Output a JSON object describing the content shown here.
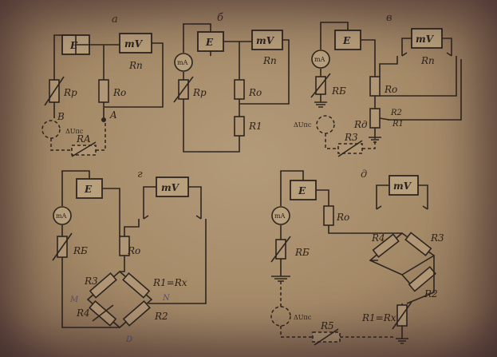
{
  "diagram_a": {
    "title": "а",
    "E": "E",
    "mV": "mV",
    "Rn": "Rп",
    "Rp": "Rр",
    "R0": "Rо",
    "B": "B",
    "A": "A",
    "dU": "ΔUпс",
    "RA": "RA"
  },
  "diagram_b": {
    "title": "б",
    "E": "E",
    "mV": "mV",
    "Rn": "Rп",
    "mA": "mA",
    "Rp": "Rр",
    "R0": "Rо",
    "R1": "R1"
  },
  "diagram_v": {
    "title": "в",
    "E": "E",
    "mV": "mV",
    "Rn": "Rп",
    "mA": "mA",
    "Rb": "RБ",
    "R0": "Rо",
    "R2": "R2",
    "R1": "R1",
    "Rd": "Rд",
    "dU": "ΔUпс",
    "R3": "R3"
  },
  "diagram_g": {
    "title": "г",
    "E": "E",
    "mV": "mV",
    "mA": "mA",
    "Rb": "RБ",
    "R0": "Rо",
    "R3": "R3",
    "R1Rx": "R1=Rх",
    "R4": "R4",
    "R2": "R2",
    "M": "M",
    "N": "N",
    "D": "D"
  },
  "diagram_d": {
    "title": "д",
    "E": "E",
    "mV": "mV",
    "mA": "mA",
    "R0": "Rо",
    "Rb": "RБ",
    "R4": "R4",
    "R3": "R3",
    "R2": "R2",
    "R1Rx": "R1=Rх",
    "dU": "ΔUпс",
    "R5": "R5"
  }
}
